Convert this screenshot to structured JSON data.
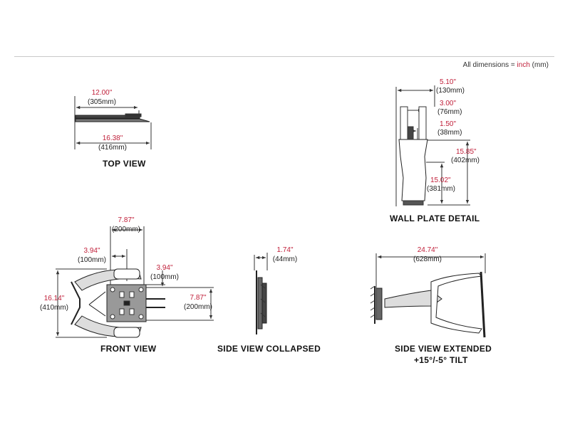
{
  "header": {
    "legend_prefix": "All dimensions = ",
    "legend_inch": "inch",
    "legend_suffix": " (mm)"
  },
  "views": {
    "top": {
      "title": "TOP VIEW",
      "dims": [
        {
          "in": "12.00\"",
          "mm": "(305mm)"
        },
        {
          "in": "16.38\"",
          "mm": "(416mm)"
        }
      ]
    },
    "wall_plate": {
      "title": "WALL PLATE DETAIL",
      "dims": [
        {
          "in": "5.10\"",
          "mm": "(130mm)"
        },
        {
          "in": "3.00\"",
          "mm": "(76mm)"
        },
        {
          "in": "1.50\"",
          "mm": "(38mm)"
        },
        {
          "in": "15.85\"",
          "mm": "(402mm)"
        },
        {
          "in": "15.02\"",
          "mm": "(381mm)"
        }
      ]
    },
    "front": {
      "title": "FRONT VIEW",
      "dims": [
        {
          "in": "7.87\"",
          "mm": "(200mm)"
        },
        {
          "in": "3.94\"",
          "mm": "(100mm)"
        },
        {
          "in": "3.94\"",
          "mm": "(100mm)"
        },
        {
          "in": "16.14\"",
          "mm": "(410mm)"
        },
        {
          "in": "7.87\"",
          "mm": "(200mm)"
        }
      ]
    },
    "side_collapsed": {
      "title": "SIDE VIEW COLLAPSED",
      "dims": [
        {
          "in": "1.74\"",
          "mm": "(44mm)"
        }
      ]
    },
    "side_extended": {
      "title": "SIDE VIEW EXTENDED",
      "subtitle": "+15°/-5° TILT",
      "dims": [
        {
          "in": "24.74\"",
          "mm": "(628mm)"
        }
      ]
    }
  }
}
